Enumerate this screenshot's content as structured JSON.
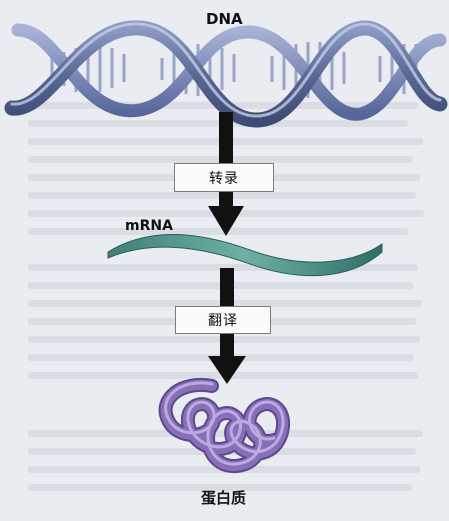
{
  "labels": {
    "dna": "DNA",
    "transcription": "转录",
    "mrna": "mRNA",
    "translation": "翻译",
    "protein": "蛋白质"
  },
  "colors": {
    "background": "#e9ecf0",
    "dna_strand": "#5a6a96",
    "dna_rung": "#9aa5c9",
    "mrna": "#4f8f86",
    "protein": "#8870b8",
    "arrow": "#111111"
  },
  "icons": {
    "dna": "dna-double-helix-icon",
    "mrna": "mrna-strand-icon",
    "protein": "folded-protein-icon",
    "arrow": "down-arrow-icon"
  }
}
